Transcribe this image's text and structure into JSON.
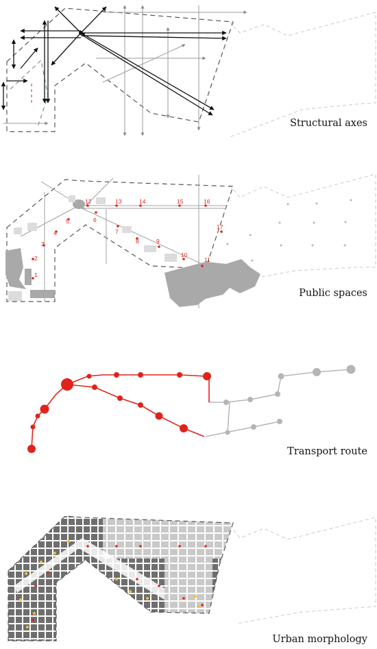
{
  "panels": [
    {
      "caption": "Structural axes"
    },
    {
      "caption": "Public spaces"
    },
    {
      "caption": "Transport route"
    },
    {
      "caption": "Urban morphology"
    }
  ],
  "public_spaces": {
    "labels": [
      "1",
      "2",
      "3",
      "4",
      "5",
      "6",
      "7",
      "8",
      "9",
      "10",
      "11",
      "12",
      "13",
      "14",
      "15",
      "16",
      "17"
    ]
  },
  "colors": {
    "accent": "#e0231a",
    "grey_mass": "#a9a9a9",
    "dark_block": "#6e6e6e",
    "route_grey": "#b5b5b5",
    "highlight_yellow": "#f2c230"
  }
}
